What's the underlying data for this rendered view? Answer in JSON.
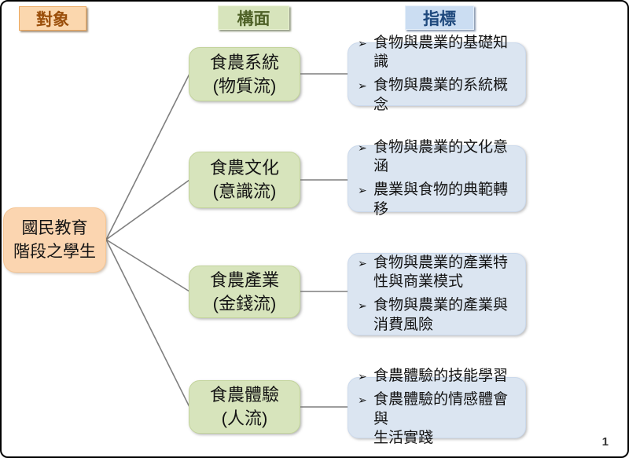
{
  "headers": {
    "subject": "對象",
    "dimension": "構面",
    "indicator": "指標"
  },
  "subject": {
    "label": "國民教育\n階段之學生"
  },
  "ui": {
    "bullet": "➢"
  },
  "rows": [
    {
      "dimension": "食農系統\n(物質流)",
      "indicators": [
        "食物與農業的基礎知識",
        "食物與農業的系統概念"
      ]
    },
    {
      "dimension": "食農文化\n(意識流)",
      "indicators": [
        "食物與農業的文化意涵",
        "農業與食物的典範轉移"
      ]
    },
    {
      "dimension": "食農產業\n(金錢流)",
      "indicators": [
        "食物與農業的產業特\n性與商業模式",
        "食物與農業的產業與\n消費風險"
      ]
    },
    {
      "dimension": "食農體驗\n(人流)",
      "indicators": [
        "食農體驗的技能學習",
        "食農體驗的情感體會與\n生活實踐"
      ]
    }
  ],
  "page": {
    "number": "1"
  },
  "colors": {
    "subject_fill": "#FBD5B0",
    "subject_header_text": "#9B4F0B",
    "dimension_fill": "#D7E4BC",
    "dimension_header_text": "#4F6228",
    "indicator_fill": "#DBE5F1",
    "indicator_header_text": "#1F497D",
    "connector": "#7F7F7F"
  }
}
